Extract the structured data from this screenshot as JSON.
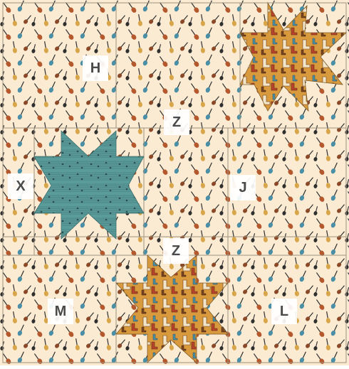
{
  "blocks": {
    "H": "H",
    "Z_top": "Z",
    "X": "X",
    "J": "J",
    "Z_bottom": "Z",
    "M": "M",
    "L": "L"
  },
  "colors": {
    "background_fabric": "#fbebd2",
    "star_teal": "#5a9c9a",
    "star_gold": "#d99a3e",
    "seam_line": "#9c9380",
    "guitar_colors": [
      "#b4582e",
      "#2f2f2f",
      "#4b8fa6",
      "#d8a64a",
      "#8a4a2a"
    ]
  },
  "icons": [
    "guitar-icon",
    "cowboy-boot-icon",
    "sheet-music-icon"
  ]
}
